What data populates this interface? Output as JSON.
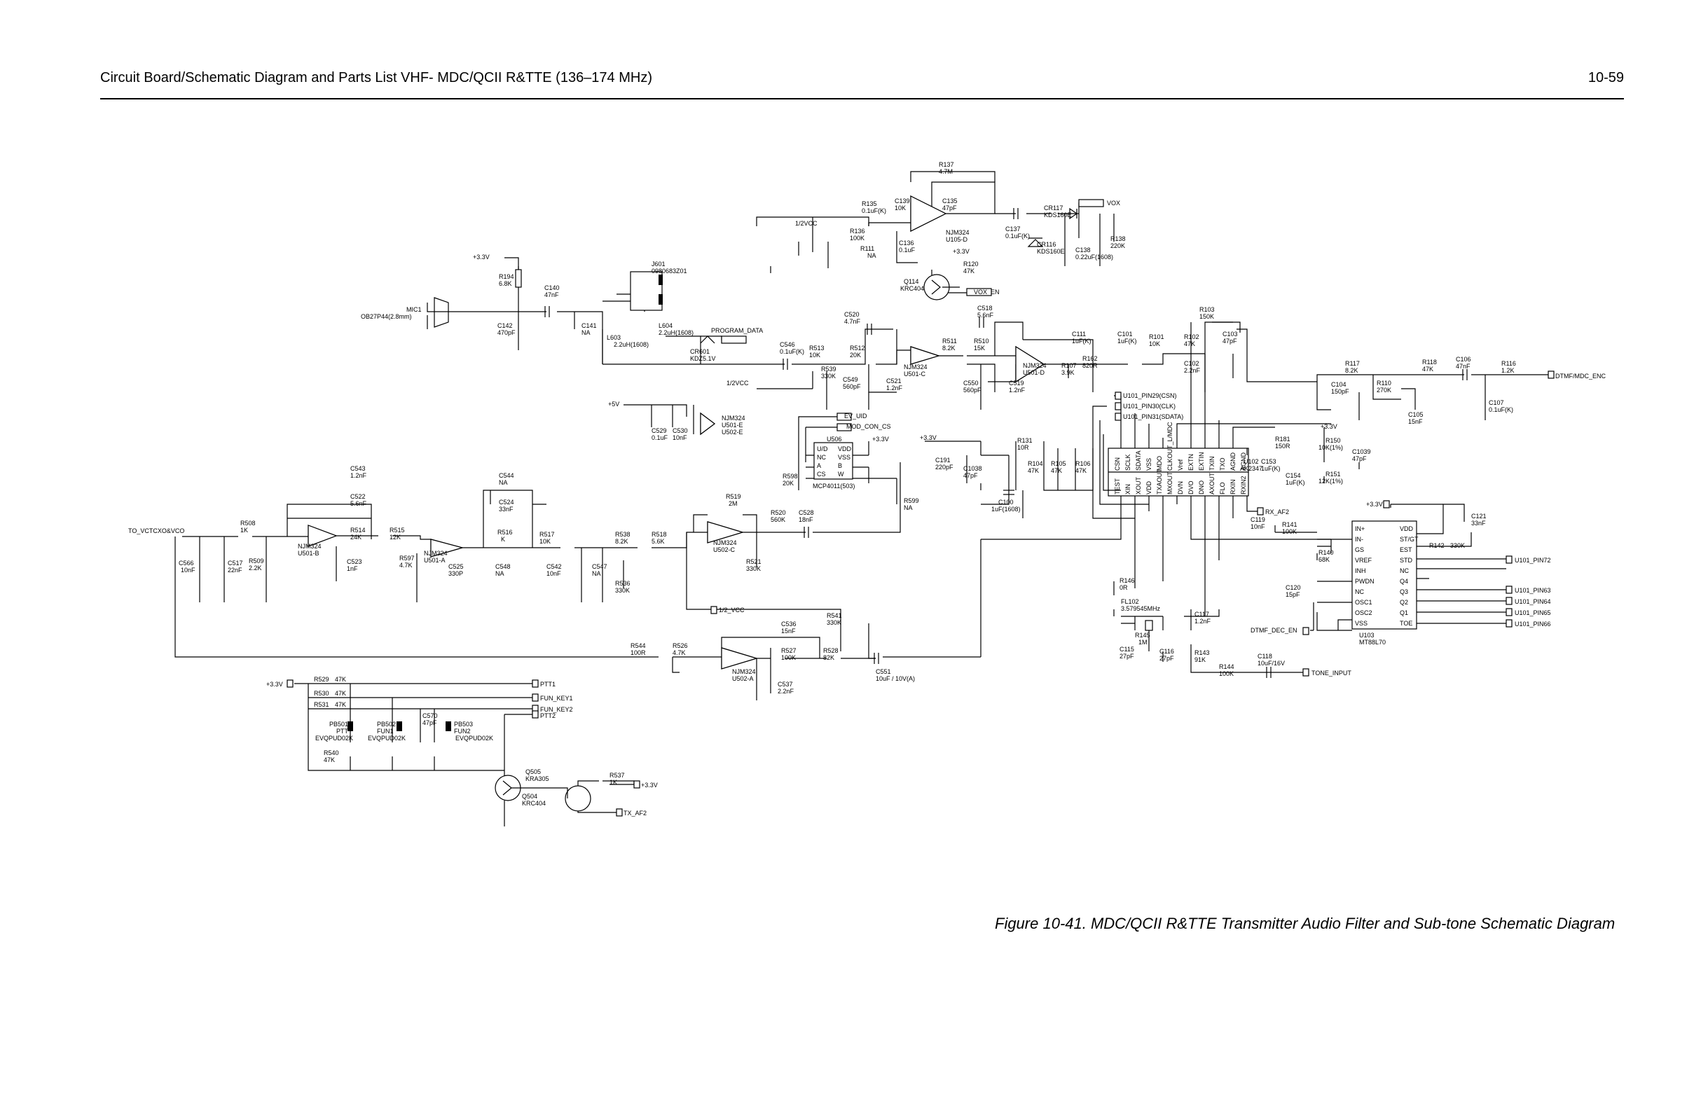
{
  "header": {
    "title": "Circuit Board/Schematic Diagram and Parts List VHF- MDC/QCII R&TTE (136–174 MHz)",
    "page_number": "10-59"
  },
  "figure_caption": "Figure 10-41. MDC/QCII R&TTE Transmitter Audio Filter and Sub-tone Schematic Diagram",
  "nets": {
    "vox": "VOX",
    "vox_en": "VOX_EN",
    "half_vcc_top": "1/2VCC",
    "half_vcc_mid": "1/2VCC",
    "half_vcc_low": "1/2_VCC",
    "plus33": "+3.3V",
    "plus5": "+5V",
    "program_data": "PROGRAM_DATA",
    "ev_uid": "EV_UID",
    "mod_con_cs": "MOD_CON_CS",
    "u101_pin29": "U101_PIN29(CSN)",
    "u101_pin30": "U101_PIN30(CLK)",
    "u101_pin31": "U101_PIN31(SDATA)",
    "rx_af2": "RX_AF2",
    "dtmf_mdc_enc": "DTMF/MDC_ENC",
    "dtmf_dec_en": "DTMF_DEC_EN",
    "tone_input": "TONE_INPUT",
    "to_vctcxo": "TO_VCTCXO&VCO",
    "ptt1": "PTT1",
    "fun_key1": "FUN_KEY1",
    "fun_key2": "FUN_KEY2",
    "ptt2": "PTT2",
    "tx_af2": "TX_AF2",
    "u101_pin72": "U101_PIN72",
    "u101_pin63": "U101_PIN63",
    "u101_pin64": "U101_PIN64",
    "u101_pin65": "U101_PIN65",
    "u101_pin66": "U101_PIN66"
  },
  "parts": {
    "r137": [
      "R137",
      "4.7M"
    ],
    "c135": [
      "C135",
      "47pF"
    ],
    "r135": [
      "R135",
      "0.1uF(K)"
    ],
    "c139": [
      "C139",
      "10K"
    ],
    "r136": [
      "R136",
      "100K"
    ],
    "c136": [
      "C136",
      "0.1uF"
    ],
    "r111": [
      "R111",
      "NA"
    ],
    "u105": [
      "NJM324",
      "U105-D"
    ],
    "c137": [
      "C137",
      "0.1uF(K)"
    ],
    "cr117": [
      "CR117",
      "KDS160E"
    ],
    "cr116": [
      "CR116",
      "KDS160E"
    ],
    "c138": [
      "C138",
      "0.22uF(1608)"
    ],
    "r138": [
      "R138",
      "220K"
    ],
    "r120": [
      "R120",
      "47K"
    ],
    "q114": [
      "Q114",
      "KRC404"
    ],
    "r194": [
      "R194",
      "6.8K"
    ],
    "c140": [
      "C140",
      "47nF"
    ],
    "mic1": [
      "MIC1",
      "OB27P44(2.8mm)"
    ],
    "c142": [
      "C142",
      "470pF"
    ],
    "c141": [
      "C141",
      "NA"
    ],
    "j601": [
      "J601",
      "0980683Z01"
    ],
    "l603": [
      "L603",
      "2.2uH(1608)"
    ],
    "l604": [
      "L604",
      "2.2uH(1608)"
    ],
    "cr601": [
      "CR601",
      "KDZ5.1V"
    ],
    "c520": [
      "C520",
      "4.7nF"
    ],
    "c546": [
      "C546",
      "0.1uF(K)"
    ],
    "r513": [
      "R513",
      "10K"
    ],
    "r512": [
      "R512",
      "20K"
    ],
    "r539": [
      "R539",
      "330K"
    ],
    "c549": [
      "C549",
      "560pF"
    ],
    "c521": [
      "C521",
      "1.2nF"
    ],
    "u501c": [
      "NJM324",
      "U501-C"
    ],
    "r511": [
      "R511",
      "8.2K"
    ],
    "c518": [
      "C518",
      "5.6nF"
    ],
    "r510": [
      "R510",
      "15K"
    ],
    "c550": [
      "C550",
      "560pF"
    ],
    "c519": [
      "C519",
      "1.2nF"
    ],
    "u501d": [
      "NJM324",
      "U501-D"
    ],
    "r107": [
      "R107",
      "3.9K"
    ],
    "r162": [
      "R162",
      "820R"
    ],
    "c111": [
      "C111",
      "1uF(K)"
    ],
    "c101": [
      "C101",
      "1uF(K)"
    ],
    "r101": [
      "R101",
      "10K"
    ],
    "r102": [
      "R102",
      "47K"
    ],
    "c102": [
      "C102",
      "2.2nF"
    ],
    "r103": [
      "R103",
      "150K"
    ],
    "c103": [
      "C103",
      "47pF"
    ],
    "r117": [
      "R117",
      "8.2K"
    ],
    "r118": [
      "R118",
      "47K"
    ],
    "c106": [
      "C106",
      "47nF"
    ],
    "r116": [
      "R116",
      "1.2K"
    ],
    "c104": [
      "C104",
      "150pF"
    ],
    "r110": [
      "R110",
      "270K"
    ],
    "c105": [
      "C105",
      "15nF"
    ],
    "c107": [
      "C107",
      "0.1uF(K)"
    ],
    "r150": [
      "R150",
      "10K(1%)"
    ],
    "c1039": [
      "C1039",
      "47pF"
    ],
    "r151": [
      "R151",
      "12K(1%)"
    ],
    "r181": [
      "R181",
      "150R"
    ],
    "c153": [
      "C153",
      "1uF(K)"
    ],
    "c154": [
      "C154",
      "1uF(K)"
    ],
    "u501e": [
      "NJM324",
      "U501-E",
      "U502-E"
    ],
    "c529": [
      "C529",
      "0.1uF"
    ],
    "c530": [
      "C530",
      "10nF"
    ],
    "u506": [
      "U506",
      "MCP4011(503)"
    ],
    "r598": [
      "R598",
      "20K"
    ],
    "r599": [
      "R599",
      "NA"
    ],
    "c191": [
      "C191",
      "220pF"
    ],
    "c1038": [
      "C1038",
      "47pF"
    ],
    "r131": [
      "R131",
      "10R"
    ],
    "c100": [
      "C100",
      "1uF(1608)"
    ],
    "r104": [
      "R104",
      "47K"
    ],
    "r105": [
      "R105",
      "47K"
    ],
    "r106": [
      "R106",
      "47K"
    ],
    "u102": [
      "U102",
      "AK2347"
    ],
    "c543": [
      "C543",
      "1.2nF"
    ],
    "c522": [
      "C522",
      "5.6nF"
    ],
    "r514": [
      "R514",
      "24K"
    ],
    "u501b": [
      "NJM324",
      "U501-B"
    ],
    "c523": [
      "C523",
      "1nF"
    ],
    "r508": [
      "R508",
      "1K"
    ],
    "c566": [
      "C566",
      "10nF"
    ],
    "c517": [
      "C517",
      "22nF"
    ],
    "r509": [
      "R509",
      "2.2K"
    ],
    "r515": [
      "R515",
      "12K"
    ],
    "r597": [
      "R597",
      "4.7K"
    ],
    "u501a": [
      "NJM324",
      "U501-A"
    ],
    "c525": [
      "C525",
      "330P"
    ],
    "c548": [
      "C548",
      "NA"
    ],
    "c544": [
      "C544",
      "NA"
    ],
    "c524": [
      "C524",
      "33nF"
    ],
    "r516": [
      "R516",
      "K"
    ],
    "r517": [
      "R517",
      "10K"
    ],
    "c542": [
      "C542",
      "10nF"
    ],
    "c547": [
      "C547",
      "NA"
    ],
    "r538": [
      "R538",
      "8.2K"
    ],
    "r518": [
      "R518",
      "5.6K"
    ],
    "r536": [
      "R536",
      "330K"
    ],
    "r519": [
      "R519",
      "2M"
    ],
    "r520": [
      "R520",
      "560K"
    ],
    "c528": [
      "C528",
      "18nF"
    ],
    "u502c": [
      "NJM324",
      "U502-C"
    ],
    "r521": [
      "R521",
      "330K"
    ],
    "r541": [
      "R541",
      "330K"
    ],
    "r544": [
      "R544",
      "100R"
    ],
    "r526": [
      "R526",
      "4.7K"
    ],
    "c536": [
      "C536",
      "15nF"
    ],
    "r527": [
      "R527",
      "100K"
    ],
    "r528": [
      "R528",
      "82K"
    ],
    "u502a": [
      "NJM324",
      "U502-A"
    ],
    "c537": [
      "C537",
      "2.2nF"
    ],
    "c551": [
      "C551",
      "10uF / 10V(A)"
    ],
    "r529": [
      "R529",
      "47K"
    ],
    "r530": [
      "R530",
      "47K"
    ],
    "r531": [
      "R531",
      "47K"
    ],
    "pb501": [
      "PB501",
      "PTT",
      "EVQPUD02K"
    ],
    "pb502": [
      "PB502",
      "FUN1",
      "EVQPUD02K"
    ],
    "c570": [
      "C570",
      "47pF"
    ],
    "pb503": [
      "PB503",
      "FUN2",
      "EVQPUD02K"
    ],
    "r540": [
      "R540",
      "47K"
    ],
    "q505": [
      "Q505",
      "KRA305"
    ],
    "q504": [
      "Q504",
      "KRC404"
    ],
    "r537": [
      "R537",
      "1K"
    ],
    "r146": [
      "R146",
      "0R"
    ],
    "fl102": [
      "FL102",
      "3.579545MHz"
    ],
    "r145": [
      "R145",
      "1M"
    ],
    "c115": [
      "C115",
      "27pF"
    ],
    "c116": [
      "C116",
      "27pF"
    ],
    "c117": [
      "C117",
      "1.2nF"
    ],
    "r143": [
      "R143",
      "91K"
    ],
    "r144": [
      "R144",
      "100K"
    ],
    "c118": [
      "C118",
      "10uF/16V"
    ],
    "c119": [
      "C119",
      "10nF"
    ],
    "r141": [
      "R141",
      "100K"
    ],
    "r140": [
      "R140",
      "68K"
    ],
    "c120": [
      "C120",
      "15pF"
    ],
    "u103": [
      "U103",
      "MT88L70"
    ],
    "r142": [
      "R142",
      "330K"
    ],
    "c121": [
      "C121",
      "33nF"
    ]
  },
  "u102_pins_top": [
    "CSN",
    "SCLK",
    "SDATA",
    "VSS",
    "MDO",
    "CLKOUT_L/MDC",
    "Vref",
    "EXTN",
    "EXTIN",
    "TXIN",
    "TXO",
    "AGND",
    "AGND"
  ],
  "u102_pins_bottom": [
    "TEST",
    "XIN",
    "XOUT",
    "VDD",
    "TXAOUT",
    "MXOUT",
    "DVN",
    "DVO",
    "DNO",
    "AXOUT",
    "FLO",
    "RXIN",
    "RXIN2"
  ],
  "u103_pins_left": [
    "IN+",
    "IN-",
    "GS",
    "VREF",
    "INH",
    "PWDN",
    "NC",
    "OSC1",
    "OSC2",
    "VSS"
  ],
  "u103_pins_right": [
    "VDD",
    "ST/GT",
    "EST",
    "STD",
    "NC",
    "Q4",
    "Q3",
    "Q2",
    "Q1",
    "TOE"
  ],
  "u506_pins": [
    "U/D",
    "VDD",
    "NC",
    "VSS",
    "A",
    "B",
    "CS",
    "W"
  ]
}
